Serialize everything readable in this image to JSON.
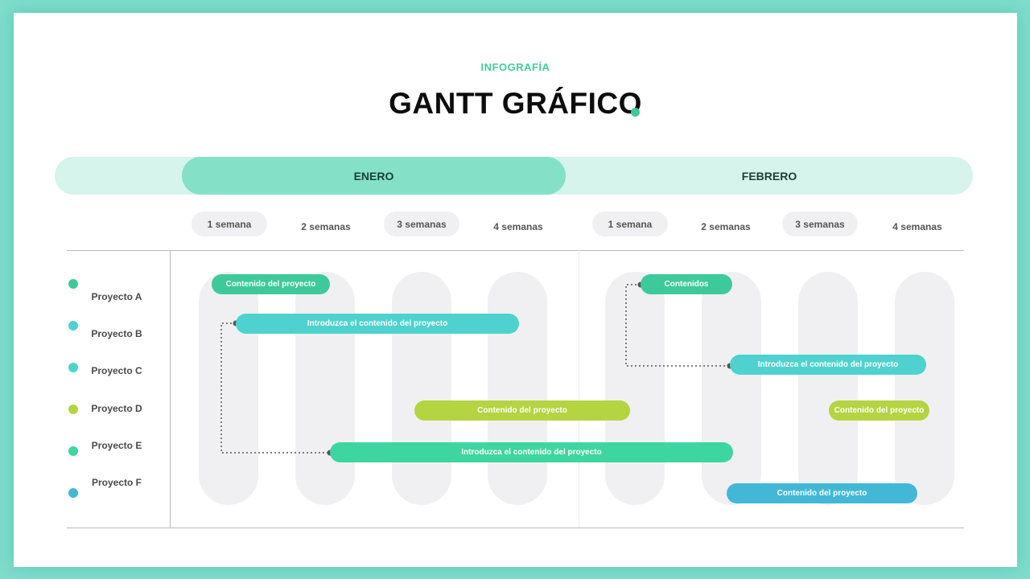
{
  "header": {
    "kicker": "INFOGRAFÍA",
    "title": "GANTT GRÁFICO"
  },
  "months": [
    {
      "label": "ENERO"
    },
    {
      "label": "FEBRERO"
    }
  ],
  "weeks": [
    {
      "label": "1 semana"
    },
    {
      "label": "2 semanas"
    },
    {
      "label": "3 semanas"
    },
    {
      "label": "4 semanas"
    },
    {
      "label": "1 semana"
    },
    {
      "label": "2 semanas"
    },
    {
      "label": "3 semanas"
    },
    {
      "label": "4 semanas"
    }
  ],
  "projects": [
    {
      "label": "Proyecto A",
      "color": "#3ec99a"
    },
    {
      "label": "Proyecto B",
      "color": "#4fd2cf"
    },
    {
      "label": "Proyecto C",
      "color": "#4fd2cf"
    },
    {
      "label": "Proyecto D",
      "color": "#b5d442"
    },
    {
      "label": "Proyecto E",
      "color": "#3ed6a0"
    },
    {
      "label": "Proyecto F",
      "color": "#42b8d6"
    }
  ],
  "tasks": [
    {
      "project": "Proyecto A",
      "label": "Contenido del proyecto"
    },
    {
      "project": "Proyecto B",
      "label": "Introduzca el contenido del proyecto"
    },
    {
      "project": "Proyecto D",
      "label": "Contenido del proyecto"
    },
    {
      "project": "Proyecto E",
      "label": "Introduzca el contenido del proyecto"
    },
    {
      "project": "Proyecto A",
      "label": "Contenidos"
    },
    {
      "project": "Proyecto C",
      "label": "Introduzca el contenido del proyecto"
    },
    {
      "project": "Proyecto D",
      "label": "Contenido del proyecto"
    },
    {
      "project": "Proyecto F",
      "label": "Contenido del proyecto"
    }
  ],
  "colors": {
    "accent": "#3ec99a",
    "kicker": "#3fcf9b",
    "month_band": "#d6f3ec",
    "month_active": "#84e1c8",
    "connector": "#555555"
  }
}
